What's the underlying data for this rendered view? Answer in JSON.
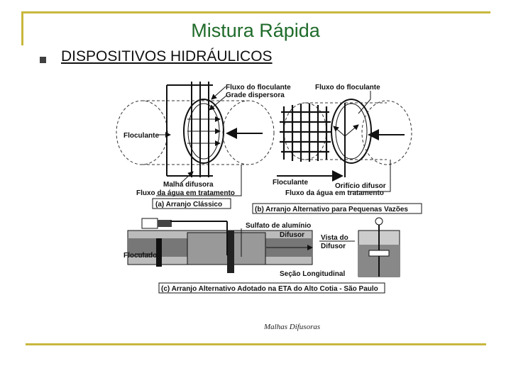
{
  "title": "Mistura Rápida",
  "bullet": {
    "text": "DISPOSITIVOS HIDRÁULICOS"
  },
  "figure": {
    "labels": {
      "fluxo_floculante_a": "Fluxo do floculante",
      "grade_dispersora": "Grade dispersora",
      "fluxo_floculante_b": "Fluxo do floculante",
      "floculante_a": "Floculante",
      "malha_difusora": "Malha difusora",
      "fluxo_agua_a": "Fluxo da água em tratamento",
      "floculante_b": "Floculante",
      "orificio_difusor": "Orifício difusor",
      "fluxo_agua_b": "Fluxo da água em tratamento",
      "caption_a": "(a) Arranjo Clássico",
      "caption_b": "(b) Arranjo Alternativo para Pequenas Vazões",
      "sulfato": "Sulfato de alumínio",
      "difusor": "Difusor",
      "vista_do": "Vista do",
      "difusor_vista": "Difusor",
      "floculador": "Floculador",
      "secao_longitudinal": "Seção Longitudinal",
      "caption_c": "(c) Arranjo Alternativo Adotado na ETA do Alto Cotia - São Paulo",
      "malhas_difusoras": "Malhas Difusoras"
    }
  }
}
